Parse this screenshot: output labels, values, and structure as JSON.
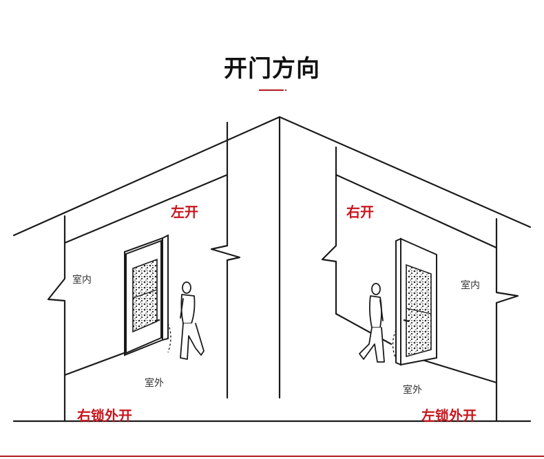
{
  "title": "开门方向",
  "colors": {
    "accent": "#c8161d",
    "line": "#1a1a1a"
  },
  "left_panel": {
    "opening_label": "左开",
    "indoor_label": "室内",
    "outdoor_label": "室外",
    "caption": "右锁外开"
  },
  "right_panel": {
    "opening_label": "右开",
    "indoor_label": "室内",
    "outdoor_label": "室外",
    "caption": "左锁外开"
  }
}
